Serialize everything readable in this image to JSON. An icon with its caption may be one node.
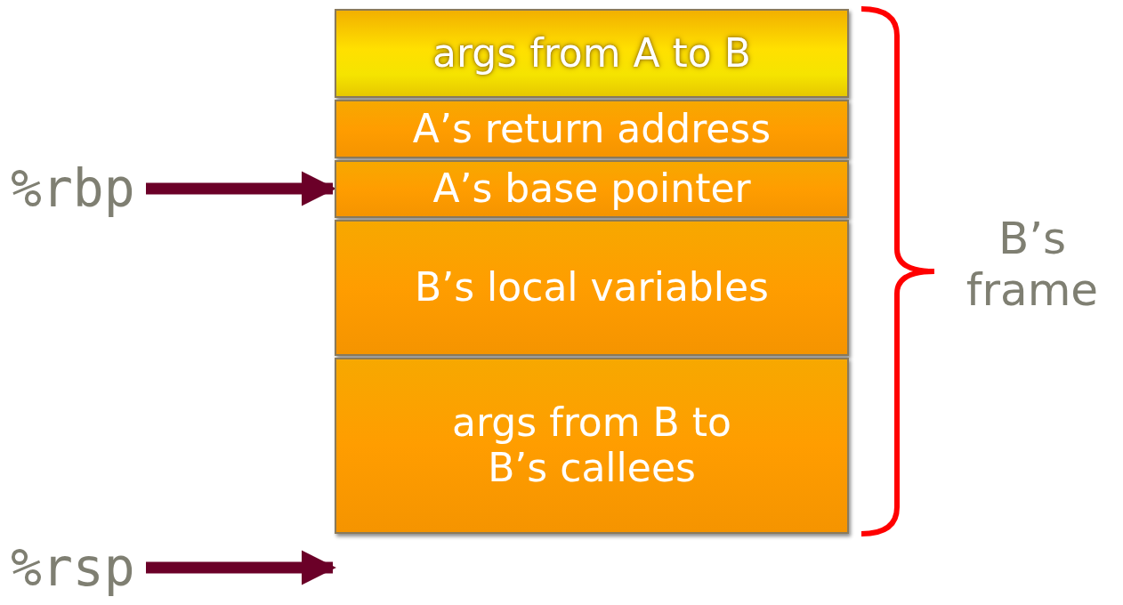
{
  "diagram": {
    "nodes": [
      {
        "text": [
          "args from A to B"
        ]
      },
      {
        "text": [
          "A’s return address"
        ]
      },
      {
        "text": [
          "A’s base pointer"
        ]
      },
      {
        "text": [
          "B’s local variables"
        ]
      },
      {
        "text": [
          "args from B to B’s callees"
        ]
      },
      {
        "text": [
          "%rbp"
        ]
      },
      {
        "text": [
          "%rsp"
        ]
      }
    ],
    "edges": [
      {
        "from": 5,
        "to": 2,
        "arrow": "to"
      },
      {
        "from": 6,
        "to": 4,
        "arrow": "to"
      }
    ],
    "labels": [
      "B’s frame"
    ]
  }
}
